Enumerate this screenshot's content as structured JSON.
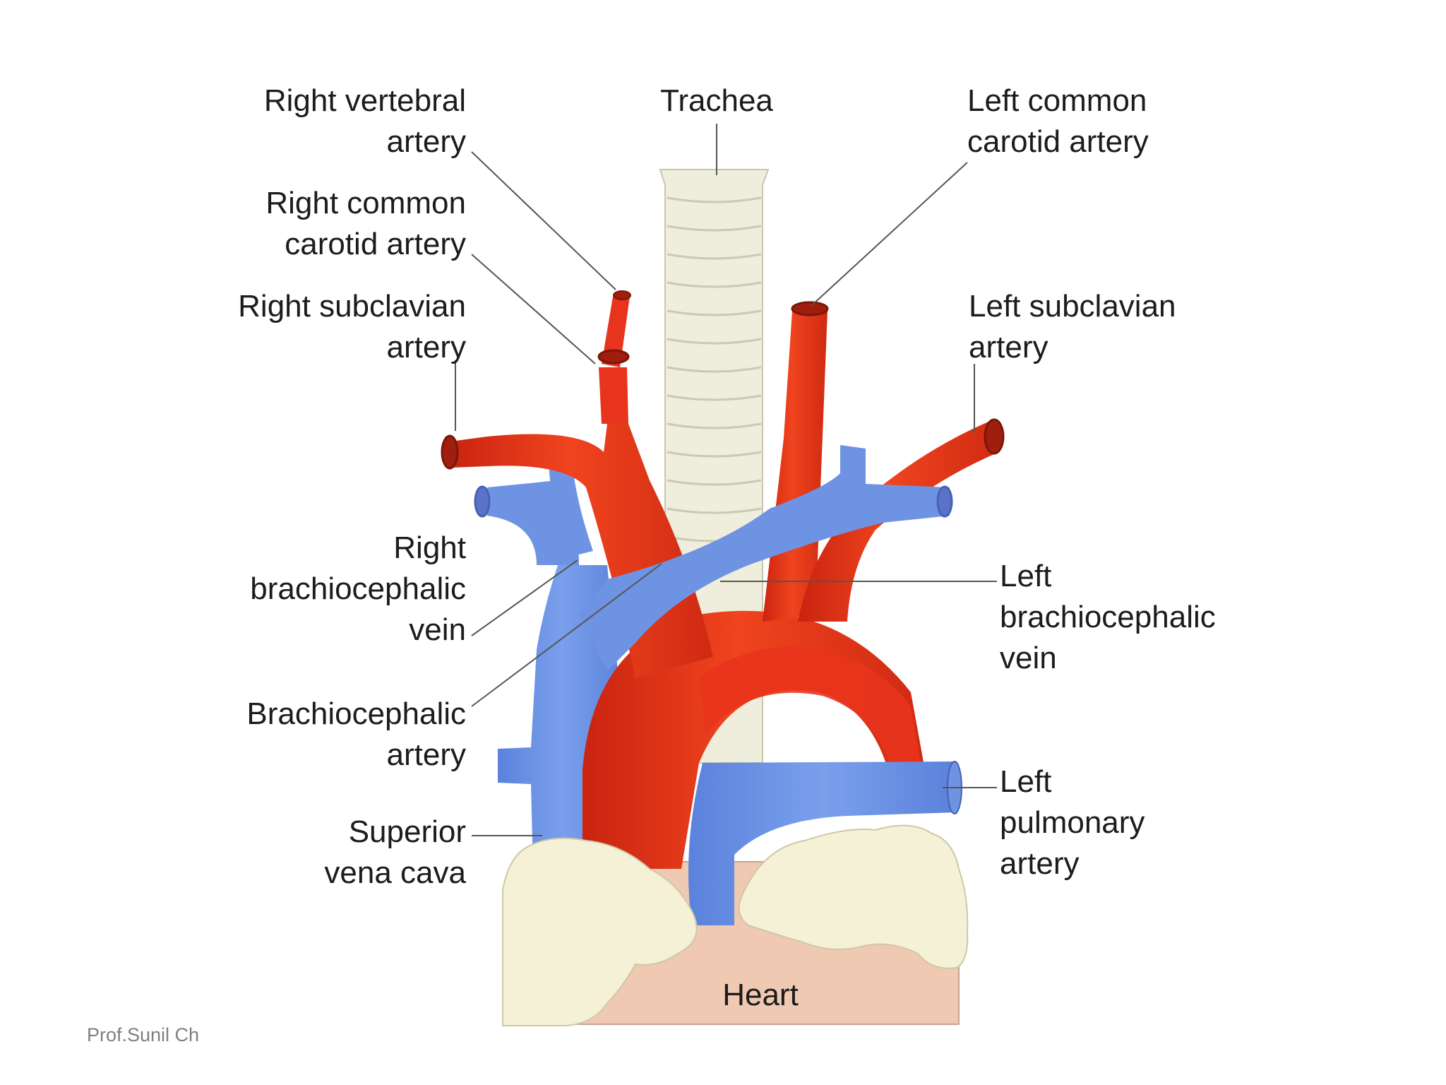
{
  "labels": {
    "trachea": [
      "Trachea"
    ],
    "right_vertebral_artery": [
      "Right vertebral",
      "artery"
    ],
    "right_common_carotid_artery": [
      "Right common",
      "carotid artery"
    ],
    "right_subclavian_artery": [
      "Right subclavian",
      "artery"
    ],
    "right_brachiocephalic_vein": [
      "Right",
      "brachiocephalic",
      "vein"
    ],
    "brachiocephalic_artery": [
      "Brachiocephalic",
      "artery"
    ],
    "superior_vena_cava": [
      "Superior",
      "vena cava"
    ],
    "left_common_carotid_artery": [
      "Left common",
      "carotid artery"
    ],
    "left_subclavian_artery": [
      "Left subclavian",
      "artery"
    ],
    "left_brachiocephalic_vein": [
      "Left",
      "brachiocephalic",
      "vein"
    ],
    "left_pulmonary_artery": [
      "Left",
      "pulmonary",
      "artery"
    ],
    "heart": [
      "Heart"
    ]
  },
  "footer": {
    "credit": "Prof.Sunil Ch"
  },
  "colors": {
    "artery": "#e8341c",
    "vein": "#6f93e3",
    "trachea": "#efeedc",
    "heart": "#efc9b2",
    "fat": "#f5f1d6",
    "leader": "#555555"
  }
}
